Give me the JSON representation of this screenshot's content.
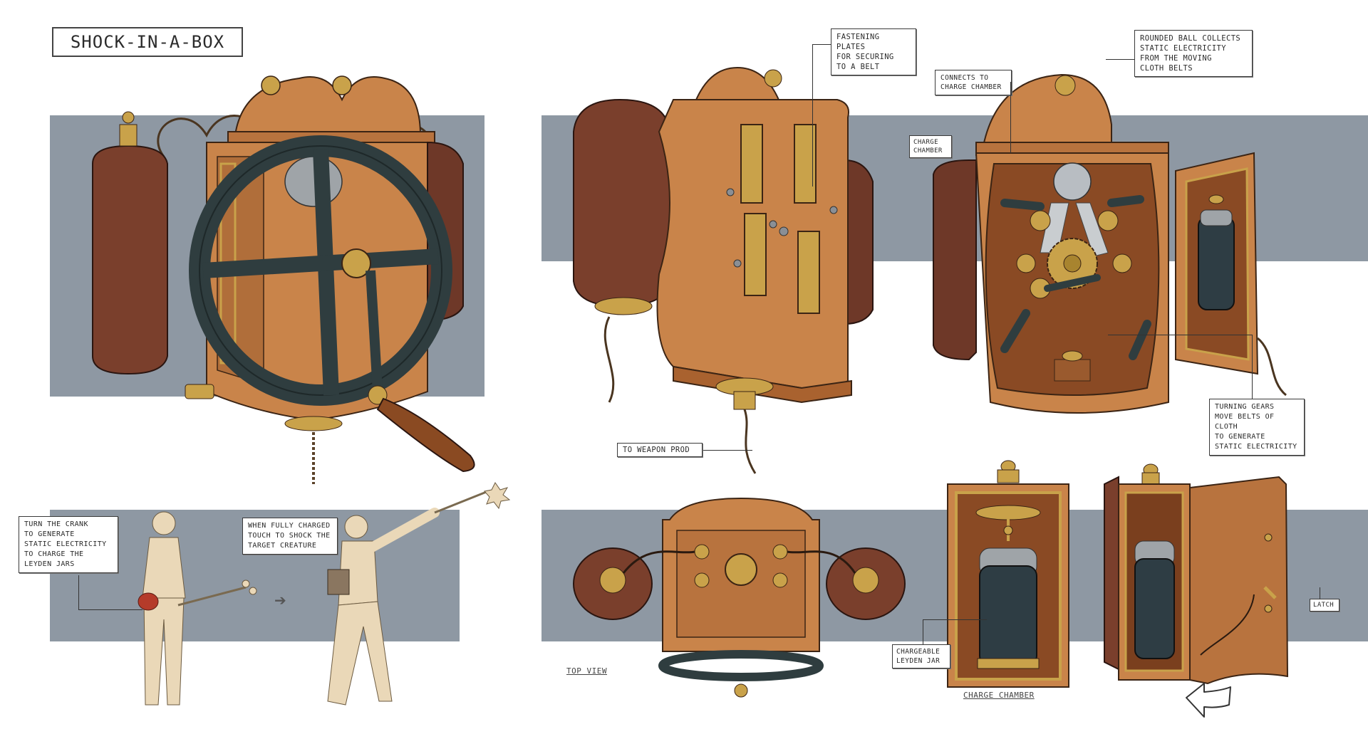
{
  "sheet": {
    "title": "SHOCK-IN-A-BOX",
    "colors": {
      "band_gray": "#8e98a3",
      "wood": "#c9844a",
      "wood_dark": "#9a5a2e",
      "leather": "#7a3f2c",
      "brass": "#c9a24a",
      "iron": "#2f3d3f",
      "jar": "#2e3d44",
      "skin": "#ead8b8"
    }
  },
  "annotations": {
    "fastening_plates": "Fastening plates\nfor securing\nto a belt",
    "rounded_ball": "Rounded ball collects\nstatic electricity\nfrom the moving\ncloth belts",
    "connects_to_chamber": "Connects to\ncharge chamber",
    "charge_chamber_side": "Charge\nchamber",
    "turning_gears": "Turning gears\nmove belts of cloth\nto generate\nstatic electricity",
    "weapon_prod": "To weapon prod",
    "turn_crank": "Turn the crank\nto generate\nstatic electricity\nto charge the\nleyden jars",
    "fully_charged": "When fully charged\ntouch to shock the\ntarget creature",
    "leyden_jar": "Chargeable\nleyden jar",
    "latch": "Latch"
  },
  "captions": {
    "top_view": "Top view",
    "charge_chamber": "Charge chamber"
  },
  "views": [
    {
      "id": "front-3q",
      "label": "Front three-quarter view with crank wheel"
    },
    {
      "id": "back-3q",
      "label": "Back view with fastening plates"
    },
    {
      "id": "open-interior",
      "label": "Open interior view with gears and ball"
    },
    {
      "id": "usage-poses",
      "label": "Character usage poses"
    },
    {
      "id": "top-view",
      "label": "Top view"
    },
    {
      "id": "charge-chamber-closed",
      "label": "Charge chamber front"
    },
    {
      "id": "charge-chamber-open",
      "label": "Charge chamber with door open"
    }
  ]
}
